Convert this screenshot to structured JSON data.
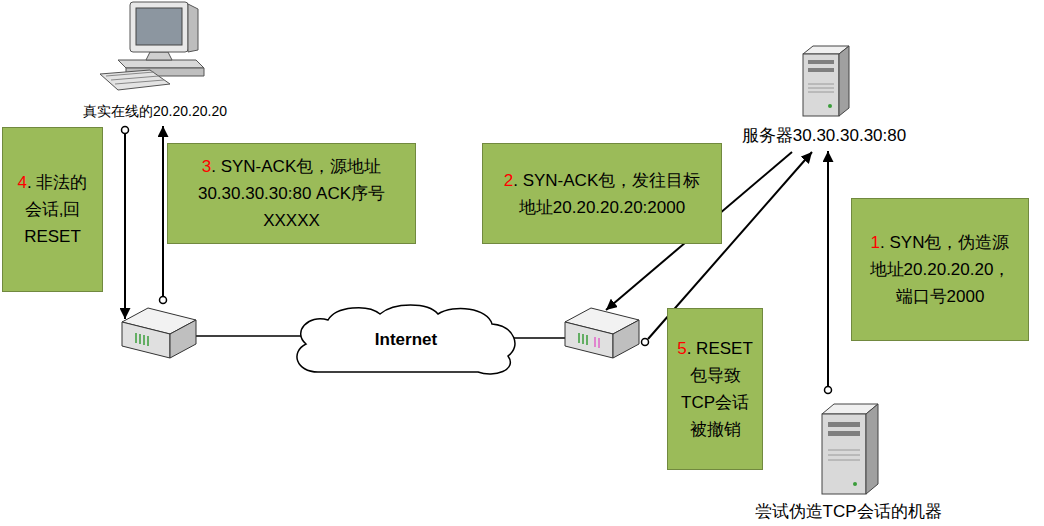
{
  "diagram": {
    "nodes": [
      {
        "text": [
          "真实在线的20.20.20.20"
        ]
      },
      {
        "text": [
          "服务器30.30.30.30:80"
        ]
      },
      {
        "text": [
          "4",
          ". 非法的 会话,回 RESET"
        ]
      },
      {
        "text": [
          "3",
          ". SYN-ACK包，源地址 30.30.30.30:80 ACK序号 XXXXX"
        ]
      },
      {
        "text": [
          "2",
          ". SYN-ACK包，发往目标 地址20.20.20.20:2000"
        ]
      },
      {
        "text": [
          "1",
          ". SYN包，伪造源 地址20.20.20.20， 端口号2000"
        ]
      },
      {
        "text": [
          "Internet"
        ]
      },
      {
        "text": [
          "5",
          ". RESET 包导致 TCP会话 被撤销"
        ]
      },
      {
        "text": [
          "尝试伪造TCP会话的机器"
        ]
      }
    ],
    "edges": [
      {
        "from": 8,
        "to": 1,
        "arrow": "to"
      }
    ]
  }
}
